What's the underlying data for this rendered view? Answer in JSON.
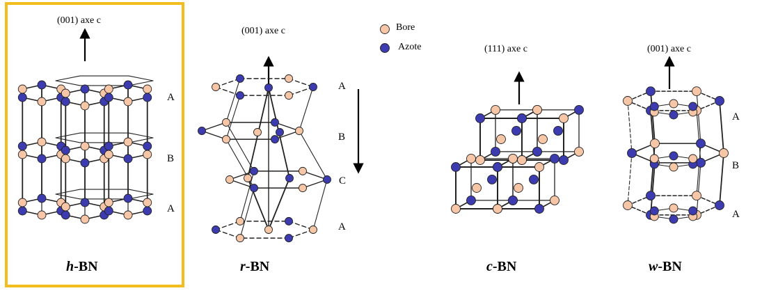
{
  "colors": {
    "bore": "#f6c6a7",
    "azote": "#3c3cb0",
    "bond": "#222222",
    "highlight": "#f2bd1d"
  },
  "legend": {
    "bore": "Bore",
    "azote": "Azote"
  },
  "structures": [
    {
      "id": "h",
      "prefix": "h",
      "suffix": "-BN",
      "axis": "(001) axe  c",
      "layers": [
        "A",
        "B",
        "A"
      ],
      "highlighted": true
    },
    {
      "id": "r",
      "prefix": "r",
      "suffix": "-BN",
      "axis": "(001) axe c",
      "layers": [
        "A",
        "B",
        "C",
        "A"
      ],
      "highlighted": false
    },
    {
      "id": "c",
      "prefix": "c",
      "suffix": "-BN",
      "axis": "(111) axe c",
      "layers": [],
      "highlighted": false
    },
    {
      "id": "w",
      "prefix": "w",
      "suffix": "-BN",
      "axis": "(001) axe c",
      "layers": [
        "A",
        "B",
        "A"
      ],
      "highlighted": false
    }
  ]
}
